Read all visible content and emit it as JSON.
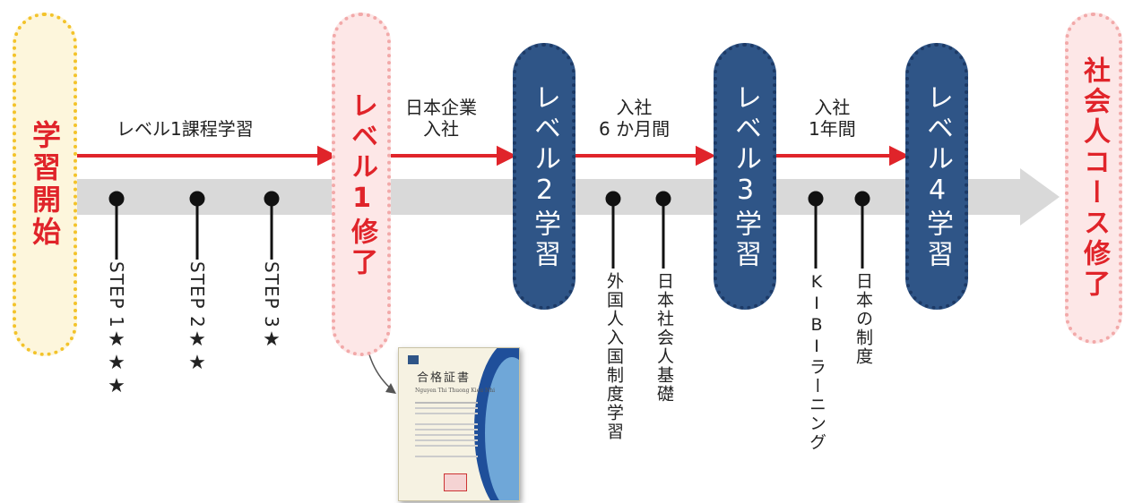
{
  "start": {
    "text": "学習開始"
  },
  "end": {
    "text": "社会人コース修了"
  },
  "level1_done": {
    "text": "レベル1修了"
  },
  "level_course_label": "レベル1課程学習",
  "join_label": {
    "line1": "日本企業",
    "line2": "入社"
  },
  "six_months_label": {
    "line1": "入社",
    "line2": "6 か月間"
  },
  "one_year_label": {
    "line1": "入社",
    "line2": "1年間"
  },
  "levels": [
    {
      "text": "レベル2学習"
    },
    {
      "text": "レベル3学習"
    },
    {
      "text": "レベル4学習"
    }
  ],
  "steps": [
    {
      "label": "STEP 1",
      "stars": "★★★"
    },
    {
      "label": "STEP 2",
      "stars": "★★"
    },
    {
      "label": "STEP 3",
      "stars": "★"
    }
  ],
  "sub_items": [
    {
      "text": "外国人入国制度学習"
    },
    {
      "text": "日本社会人基礎"
    },
    {
      "text": "KIBIラーニング"
    },
    {
      "text": "日本の制度"
    }
  ],
  "certificate": {
    "title": "合格証書",
    "name": "Nguyen Thi Thuong Kieu Nhi"
  },
  "colors": {
    "red": "#e0242a",
    "navy": "#2f5587",
    "gray": "#d9d9d9",
    "yellow": "#f3c32a",
    "pink": "#fde7e7"
  }
}
